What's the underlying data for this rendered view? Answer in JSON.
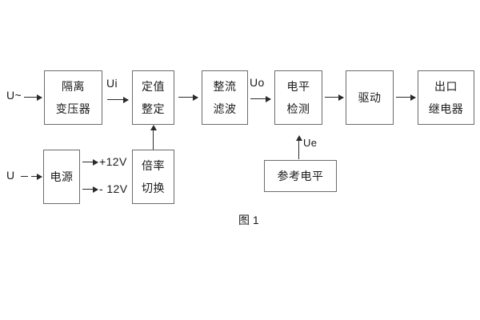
{
  "diagram": {
    "caption": "图 1",
    "boxes": [
      {
        "id": "isolation-transformer",
        "lines": [
          "隔离",
          "变压器"
        ]
      },
      {
        "id": "setting-value",
        "lines": [
          "定值",
          "整定"
        ]
      },
      {
        "id": "rectify-filter",
        "lines": [
          "整流",
          "滤波"
        ]
      },
      {
        "id": "level-detection",
        "lines": [
          "电平",
          "检测"
        ]
      },
      {
        "id": "drive",
        "lines": [
          "驱动"
        ]
      },
      {
        "id": "output-relay",
        "lines": [
          "出口",
          "继电器"
        ]
      },
      {
        "id": "power-supply",
        "lines": [
          "电源"
        ]
      },
      {
        "id": "multiplier-switch",
        "lines": [
          "倍率",
          "切换"
        ]
      },
      {
        "id": "reference-level",
        "lines": [
          "参考电平"
        ]
      }
    ],
    "labels": {
      "input_ac": "U~",
      "input_dc": "U",
      "ui": "Ui",
      "uo": "Uo",
      "ue": "Ue",
      "rail_positive": "+12V",
      "rail_negative": "- 12V"
    }
  }
}
